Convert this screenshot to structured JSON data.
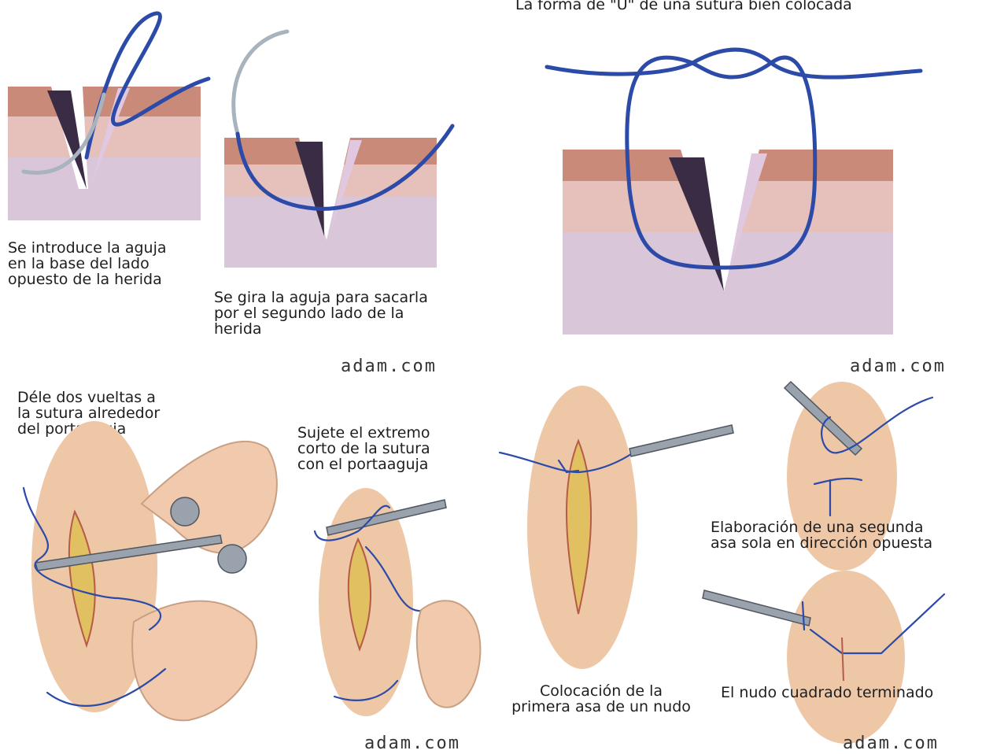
{
  "panels": {
    "insert_needle": {
      "caption": "Se introduce la aguja\nen la base del lado\nopuesto de la herida"
    },
    "rotate_needle": {
      "caption": "Se gira la aguja para sacarla\npor el segundo lado de la\nherida"
    },
    "u_shape": {
      "caption": "La forma de \"U\" de una sutura bien colocada"
    },
    "two_turns": {
      "caption": "Déle dos vueltas a\nla sutura alrededor\ndel portaaguja"
    },
    "hold_short_end": {
      "caption": "Sujete el extremo\ncorto de la sutura\ncon el portaaguja"
    },
    "first_loop": {
      "caption": "Colocación de la\nprimera asa de un nudo"
    },
    "second_loop": {
      "caption": "Elaboración de una segunda\nasa sola en dirección opuesta"
    },
    "finished_knot": {
      "caption": "El nudo cuadrado terminado"
    }
  },
  "watermarks": {
    "top_left": "adam.com",
    "top_right": "adam.com",
    "bottom_left": "adam.com",
    "bottom_right": "adam.com"
  },
  "colors": {
    "suture": "#2c4aa8",
    "skin_surface": "#c98a7a",
    "dermis": "#e6c0ba",
    "fat": "#d9c7d9",
    "skin_oval": "#eec7a7"
  }
}
